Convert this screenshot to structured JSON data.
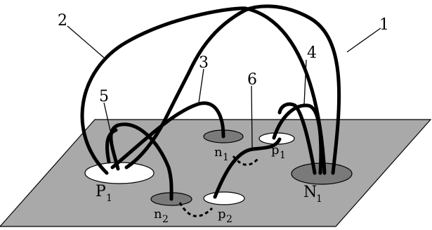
{
  "diagram": {
    "labels": {
      "l1": "1",
      "l2": "2",
      "l3": "3",
      "l4": "4",
      "l5": "5",
      "l6": "6",
      "P": "P",
      "N": "N",
      "n": "n",
      "p": "p",
      "sub1": "1",
      "sub2": "2"
    },
    "colors": {
      "plate": "#a9a9a9",
      "dark_region": "#7a7a7a",
      "light_region": "#ffffff",
      "wire": "#000000"
    }
  }
}
